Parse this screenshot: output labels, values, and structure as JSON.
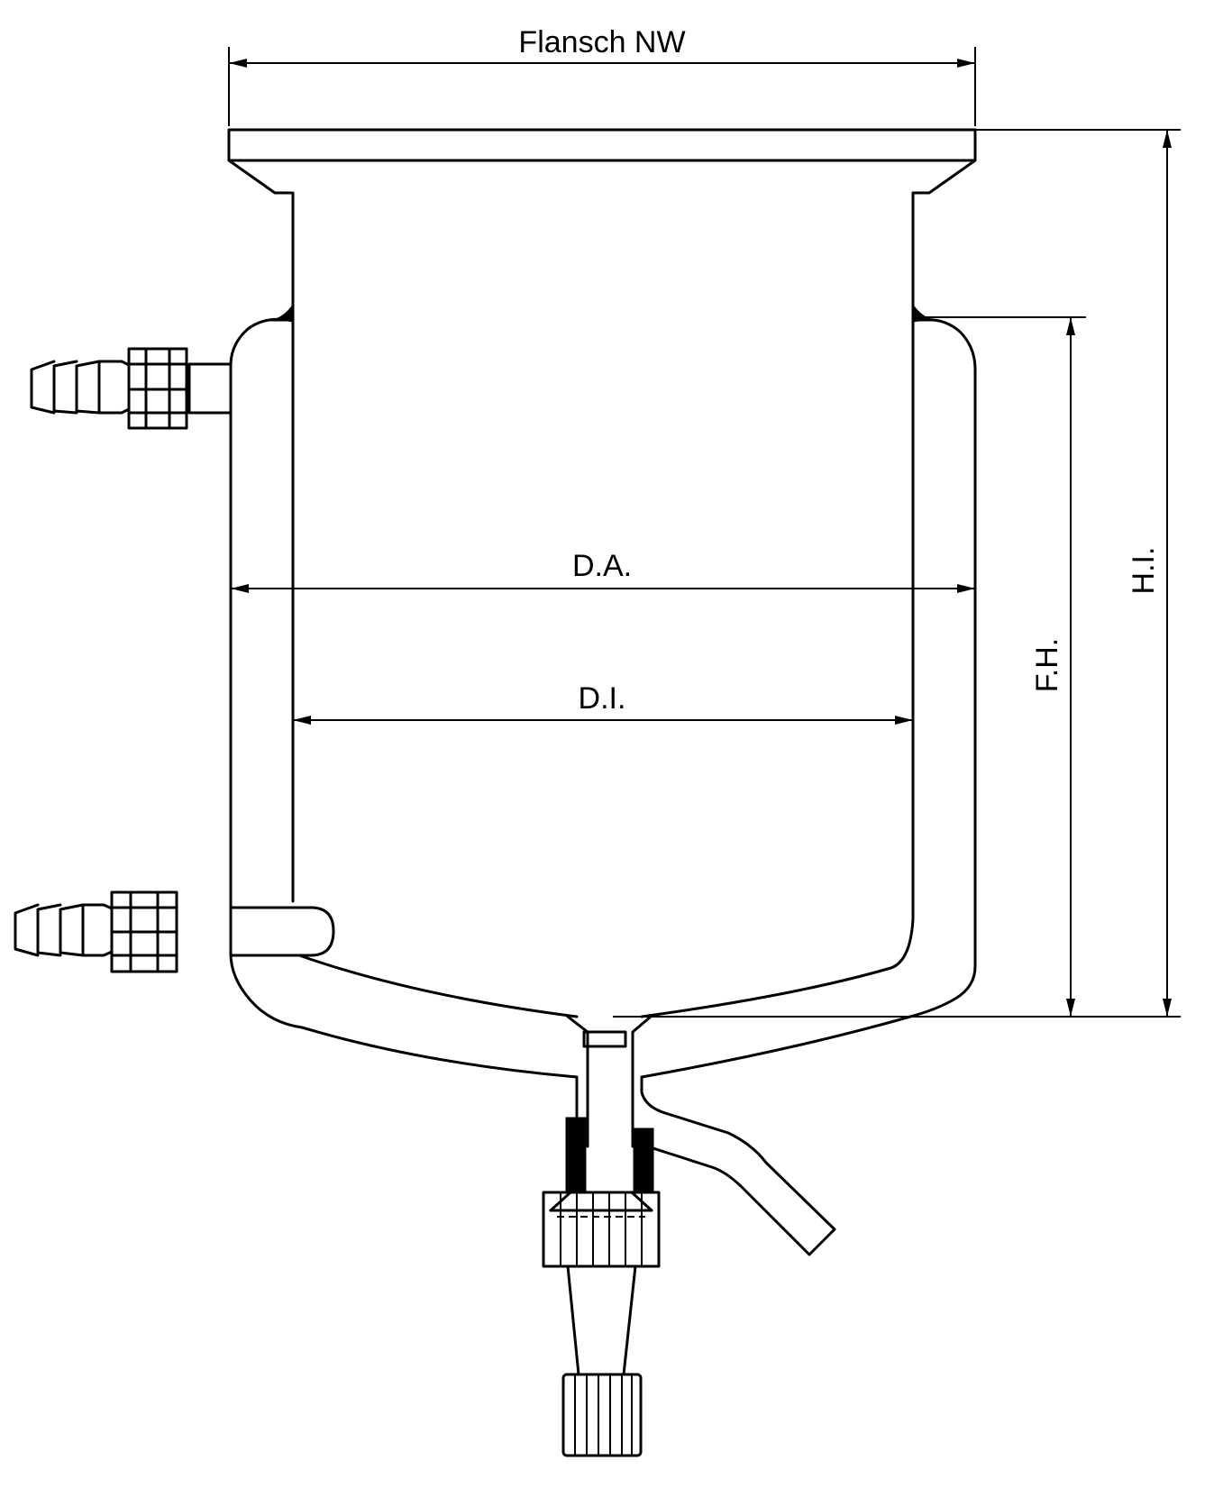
{
  "labels": {
    "flange": "Flansch NW",
    "outer_diameter": "D.A.",
    "inner_diameter": "D.I.",
    "fill_height": "F.H.",
    "inner_height": "H.I."
  }
}
